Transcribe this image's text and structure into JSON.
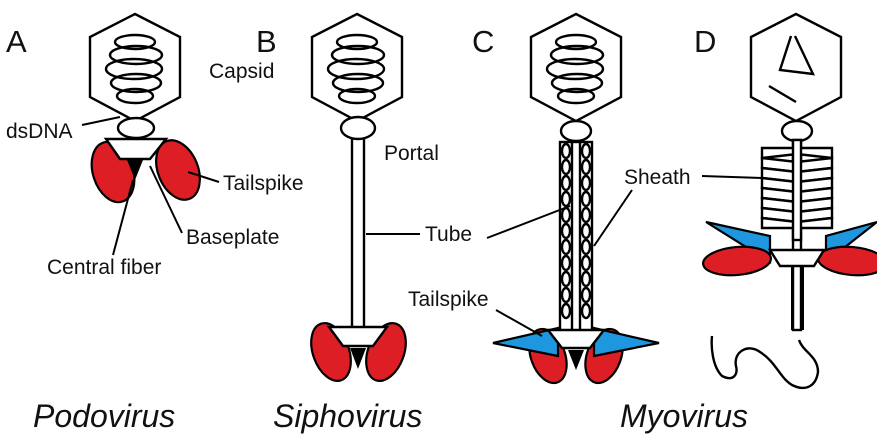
{
  "panels": {
    "a": "A",
    "b": "B",
    "c": "C",
    "d": "D"
  },
  "labels": {
    "capsid": "Capsid",
    "dsdna": "dsDNA",
    "portal": "Portal",
    "tailspike_a": "Tailspike",
    "baseplate": "Baseplate",
    "central_fiber": "Central fiber",
    "tube": "Tube",
    "sheath": "Sheath",
    "tailspike_c": "Tailspike"
  },
  "captions": {
    "podovirus": "Podovirus",
    "siphovirus": "Siphovirus",
    "myovirus": "Myovirus"
  },
  "colors": {
    "tailspike": "#dd1f25",
    "fiber_wedge": "#1f97df",
    "outline": "#000000"
  }
}
